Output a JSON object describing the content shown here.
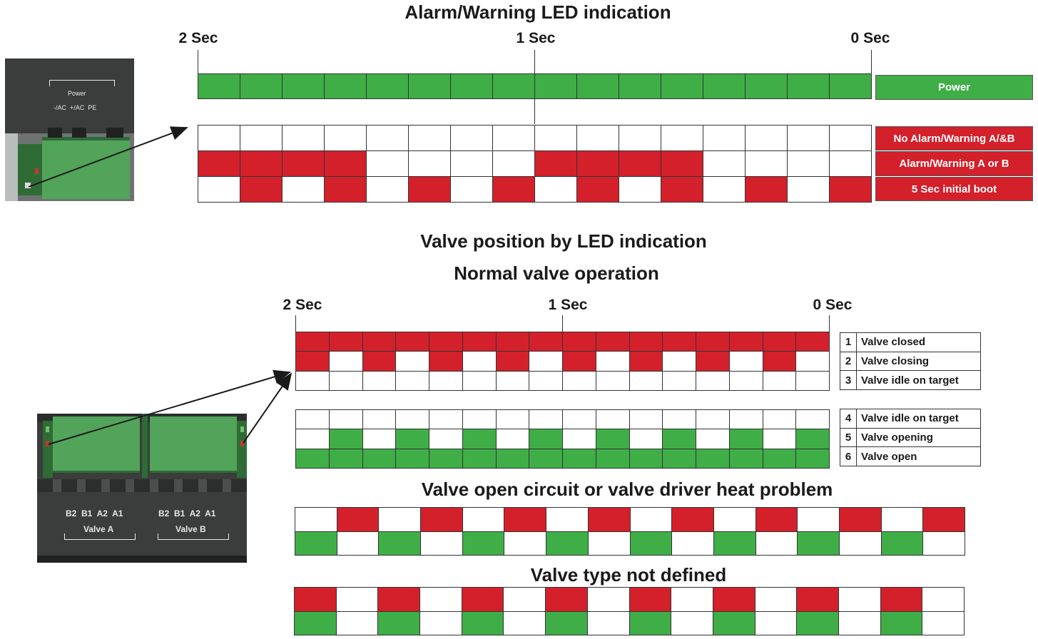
{
  "alarm": {
    "title": "Alarm/Warning LED indication",
    "ticks": [
      "2 Sec",
      "1 Sec",
      "0 Sec"
    ],
    "power_row": "gggggggggggggggg",
    "status_rows": [
      "wwwwwwwwwwwwwwww",
      "rrrrwwwwrrrrwwww",
      "wrwrwrwrwrwrwrwr"
    ],
    "labels": {
      "power": "Power",
      "row1": "No Alarm/Warning A/&B",
      "row2": "Alarm/Warning A or B",
      "row3": "5 Sec initial boot"
    }
  },
  "valve": {
    "title": "Valve position by LED indication",
    "subtitle": "Normal valve operation",
    "ticks": [
      "2 Sec",
      "1 Sec",
      "0 Sec"
    ],
    "red_rows": [
      "rrrrrrrrrrrrrrrr",
      "rwrwrwrwrwrwrwrw",
      "wwwwwwwwwwwwwwww"
    ],
    "green_rows": [
      "wwwwwwwwwwwwwwww",
      "wgwgwgwgwgwgwgwg",
      "gggggggggggggggg"
    ],
    "legend_red": [
      {
        "num": "1",
        "text": "Valve closed"
      },
      {
        "num": "2",
        "text": "Valve closing"
      },
      {
        "num": "3",
        "text": "Valve idle on target"
      }
    ],
    "legend_green": [
      {
        "num": "4",
        "text": "Valve idle on target"
      },
      {
        "num": "5",
        "text": "Valve opening"
      },
      {
        "num": "6",
        "text": "Valve open"
      }
    ]
  },
  "open_circuit": {
    "title": "Valve open circuit or valve driver heat problem",
    "rows": [
      "wrwrwrwrwrwrwrwr",
      "gwgwgwgwgwgwgwgw"
    ]
  },
  "type_undefined": {
    "title": "Valve type not defined",
    "rows": [
      "rwrwrwrwrwrwrwrw",
      "gwgwgwgwgwgwgwgw"
    ]
  },
  "photo_power": {
    "title": "Power",
    "terminals": "-/AC  +/AC  PE"
  },
  "photo_valves": {
    "terminals_a": "B2  B1  A2  A1",
    "terminals_b": "B2  B1  A2  A1",
    "label_a": "Valve A",
    "label_b": "Valve B"
  },
  "colors": {
    "red": "#d4202b",
    "green": "#3fae47",
    "board": "#3a3d3c"
  }
}
